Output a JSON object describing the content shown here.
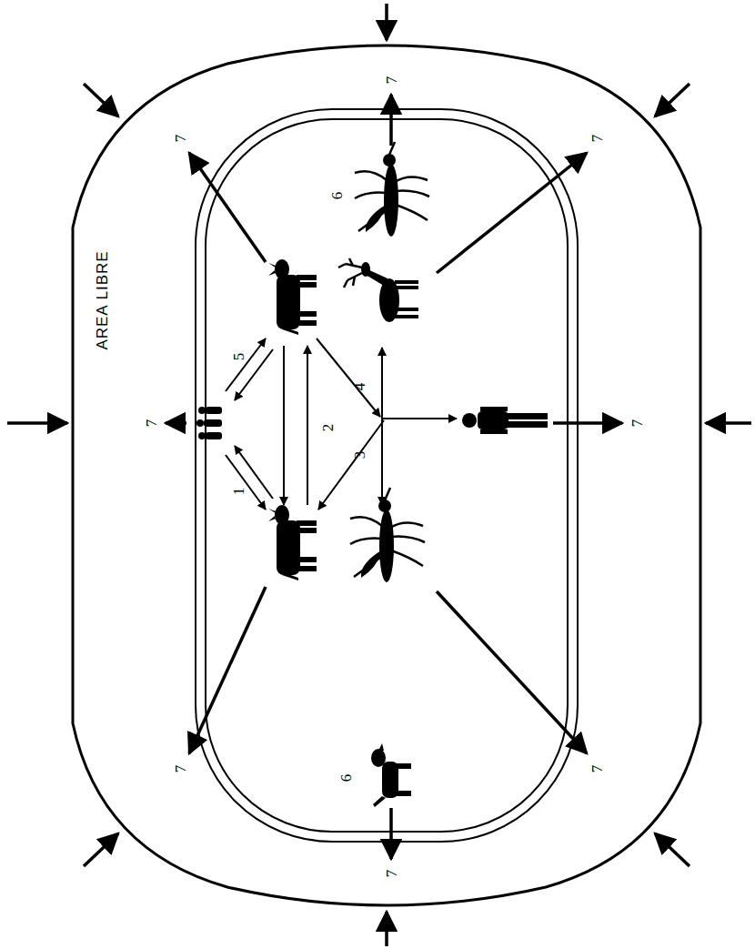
{
  "diagram": {
    "labels": [
      "AREA LIBRE",
      "1",
      "2",
      "3",
      "4",
      "5",
      "6",
      "6",
      "7",
      "7",
      "7",
      "7",
      "7",
      "7",
      "7",
      "7"
    ]
  }
}
